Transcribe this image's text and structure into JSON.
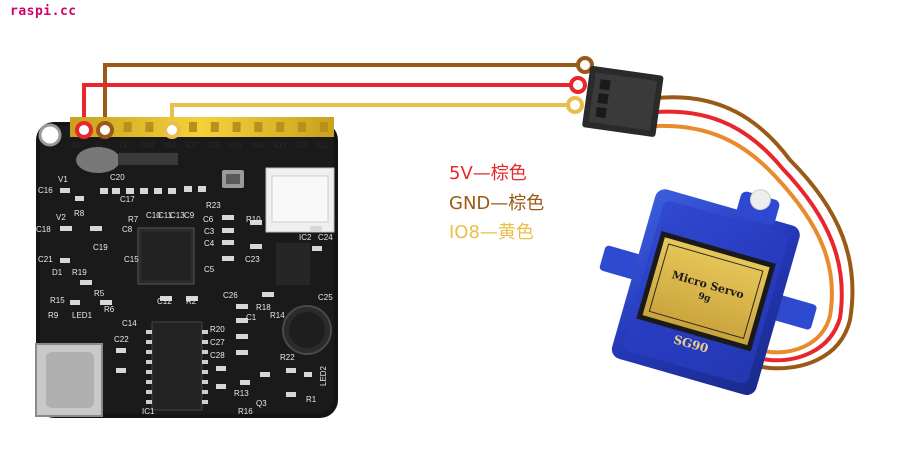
{
  "watermark": "raspi.cc",
  "legend": [
    {
      "text": "5V—棕色",
      "color": "#e8262b"
    },
    {
      "text": "GND—棕色",
      "color": "#9a5a16"
    },
    {
      "text": "IO8—黄色",
      "color": "#eabe4a"
    }
  ],
  "wire_colors": {
    "red": "#e8262b",
    "brown": "#9a5a16",
    "yellow": "#eabe4a",
    "orange": "#e98a2c"
  },
  "board": {
    "header_pins": [
      "5V",
      "G",
      "TX",
      "DAT",
      "IO8",
      "IO7",
      "IO6",
      "IO5",
      "IO4",
      "IO3",
      "IO2",
      "IO1"
    ],
    "silk": {
      "c16": "C16",
      "v1": "V1",
      "v2": "V2",
      "c18": "C18",
      "r7": "R7",
      "c8": "C8",
      "c19": "C19",
      "c21": "C21",
      "d1": "D1",
      "r19": "R19",
      "r15": "R15",
      "r5": "R5",
      "r6": "R6",
      "r9": "R9",
      "led1": "LED1",
      "c17": "C17",
      "c10": "C10",
      "c11": "C11",
      "c13": "C13",
      "c9": "C9",
      "c6": "C6",
      "c3": "C3",
      "c4": "C4",
      "c5": "C5",
      "r10": "R10",
      "r23": "R23",
      "c23": "C23",
      "ic2": "IC2",
      "c24": "C24",
      "c25": "C25",
      "c26": "C26",
      "r18": "R18",
      "c12": "C12",
      "r2": "R2",
      "c14": "C14",
      "c22": "C22",
      "c1": "C1",
      "r14": "R14",
      "r20": "R20",
      "c27": "C27",
      "c28": "C28",
      "r22": "R22",
      "r13": "R13",
      "r16": "R16",
      "q3": "Q3",
      "r1": "R1",
      "ic1": "IC1",
      "led2": "LED2",
      "c15": "C15",
      "r8": "R8",
      "c20": "C20"
    }
  },
  "servo": {
    "label_line1": "Micro Servo",
    "label_line2": "9g",
    "model": "SG90"
  }
}
